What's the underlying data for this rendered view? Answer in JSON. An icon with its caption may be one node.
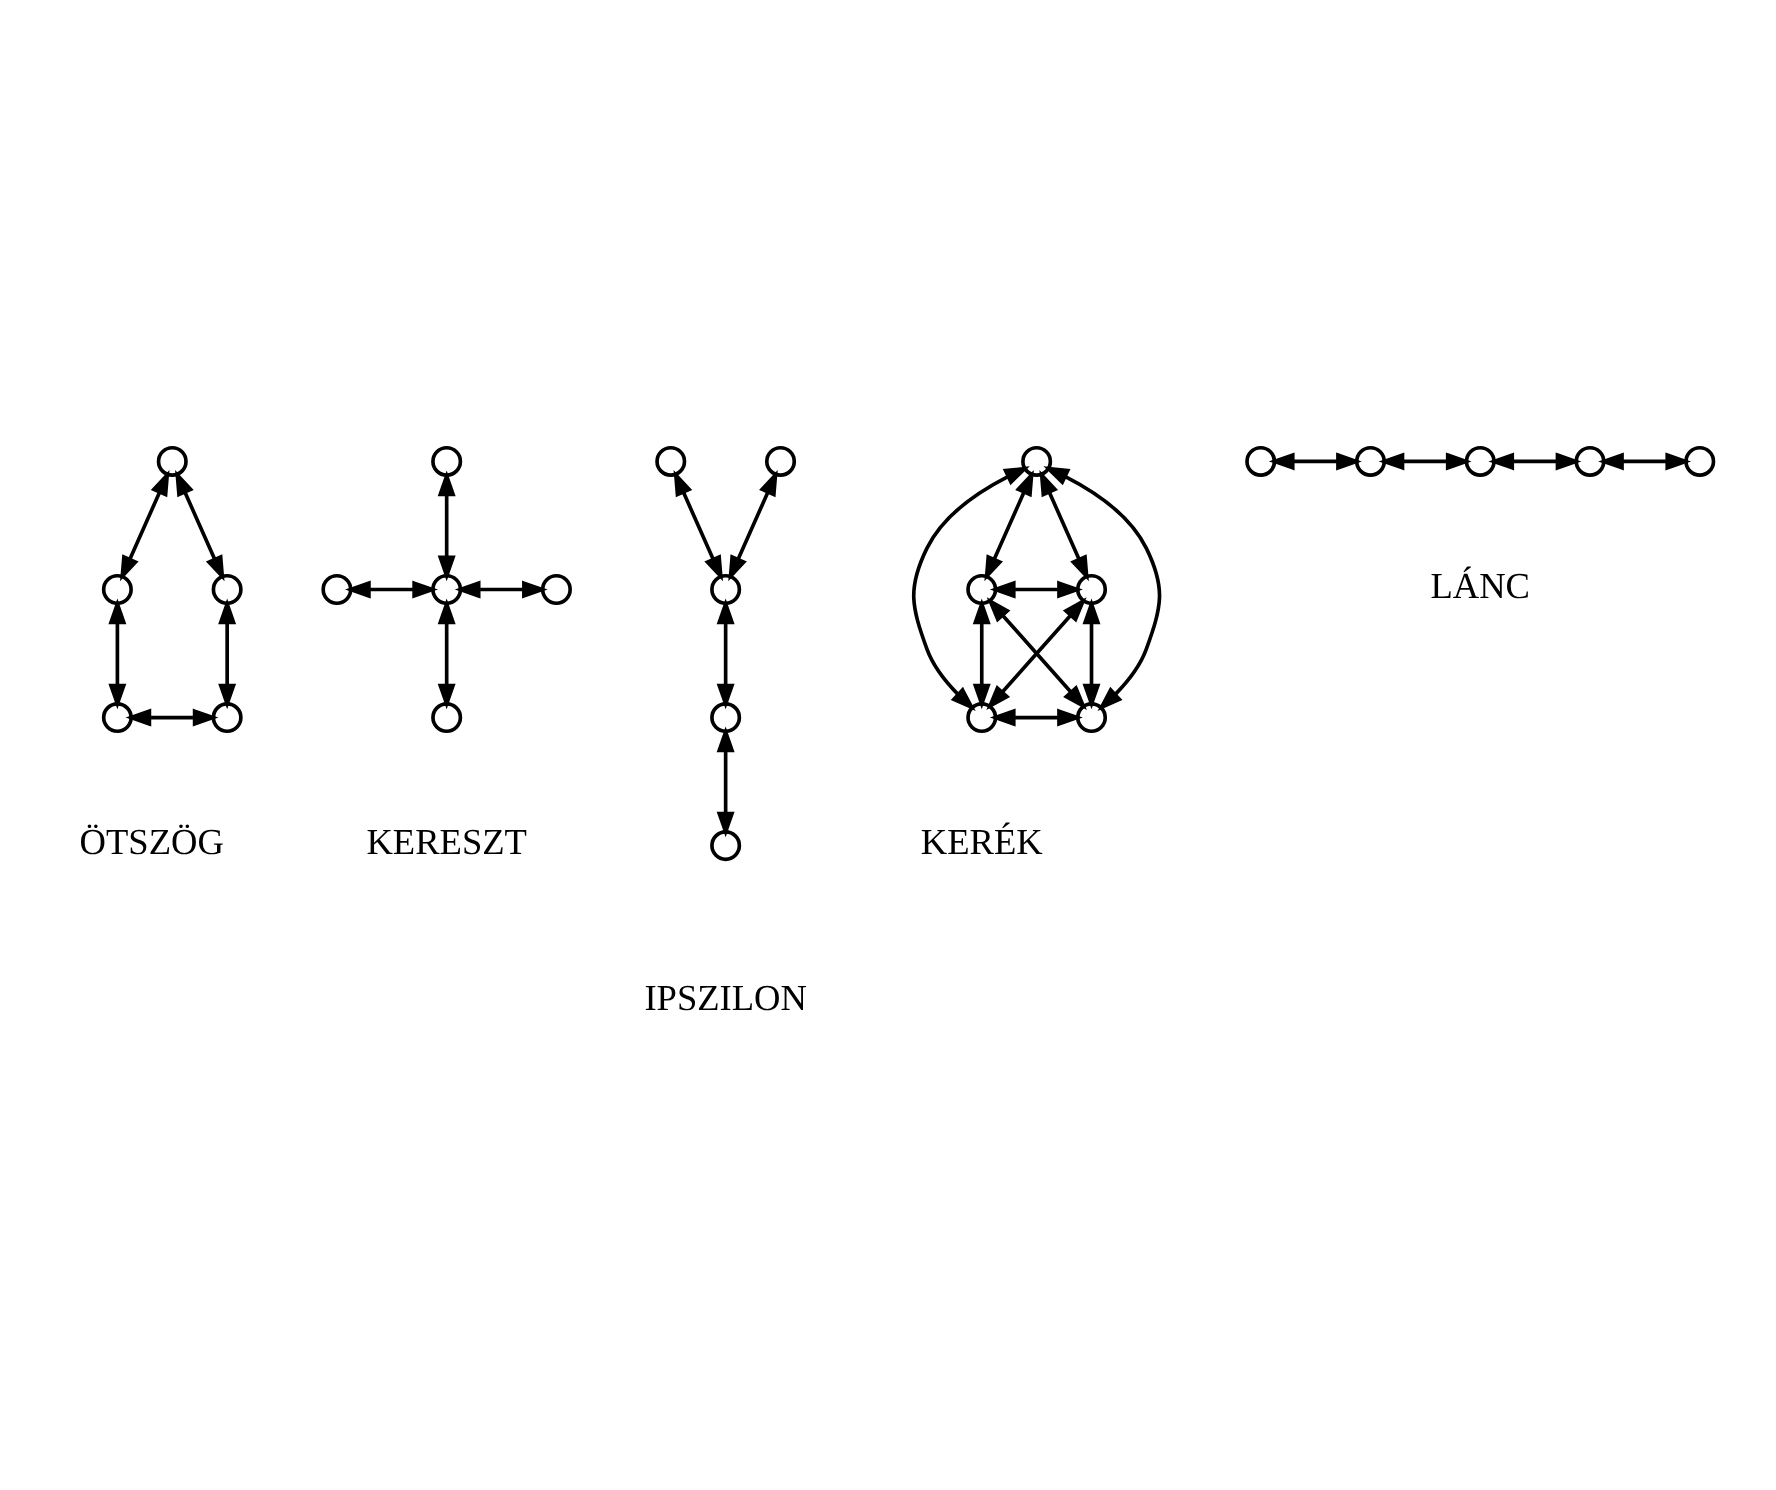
{
  "diagram": {
    "nodes": [
      {
        "text": [],
        "shape": "circle"
      },
      {
        "text": [],
        "shape": "circle"
      },
      {
        "text": [],
        "shape": "circle"
      },
      {
        "text": [],
        "shape": "circle"
      },
      {
        "text": [],
        "shape": "circle"
      },
      {
        "text": [],
        "shape": "circle"
      },
      {
        "text": [],
        "shape": "circle"
      },
      {
        "text": [],
        "shape": "circle"
      },
      {
        "text": [],
        "shape": "circle"
      },
      {
        "text": [],
        "shape": "circle"
      },
      {
        "text": [],
        "shape": "circle"
      },
      {
        "text": [],
        "shape": "circle"
      },
      {
        "text": [],
        "shape": "circle"
      },
      {
        "text": [],
        "shape": "circle"
      },
      {
        "text": [],
        "shape": "circle"
      },
      {
        "text": [],
        "shape": "circle"
      },
      {
        "text": [],
        "shape": "circle"
      },
      {
        "text": [],
        "shape": "circle"
      },
      {
        "text": [],
        "shape": "circle"
      },
      {
        "text": [],
        "shape": "circle"
      },
      {
        "text": [],
        "shape": "circle"
      },
      {
        "text": [],
        "shape": "circle"
      },
      {
        "text": [],
        "shape": "circle"
      },
      {
        "text": [],
        "shape": "circle"
      },
      {
        "text": [],
        "shape": "circle"
      }
    ],
    "edges": [
      {
        "from": 0,
        "to": 1,
        "arrow": "both"
      },
      {
        "from": 0,
        "to": 2,
        "arrow": "both"
      },
      {
        "from": 1,
        "to": 3,
        "arrow": "both"
      },
      {
        "from": 2,
        "to": 4,
        "arrow": "both"
      },
      {
        "from": 3,
        "to": 4,
        "arrow": "both"
      },
      {
        "from": 5,
        "to": 7,
        "arrow": "both"
      },
      {
        "from": 6,
        "to": 7,
        "arrow": "both"
      },
      {
        "from": 7,
        "to": 8,
        "arrow": "both"
      },
      {
        "from": 7,
        "to": 9,
        "arrow": "both"
      },
      {
        "from": 10,
        "to": 12,
        "arrow": "both"
      },
      {
        "from": 11,
        "to": 12,
        "arrow": "both"
      },
      {
        "from": 12,
        "to": 13,
        "arrow": "both"
      },
      {
        "from": 13,
        "to": 14,
        "arrow": "both"
      },
      {
        "from": 15,
        "to": 16,
        "arrow": "both"
      },
      {
        "from": 15,
        "to": 17,
        "arrow": "both"
      },
      {
        "from": 16,
        "to": 17,
        "arrow": "both"
      },
      {
        "from": 15,
        "to": 18,
        "arrow": "both"
      },
      {
        "from": 15,
        "to": 19,
        "arrow": "both"
      },
      {
        "from": 16,
        "to": 18,
        "arrow": "both"
      },
      {
        "from": 16,
        "to": 19,
        "arrow": "both"
      },
      {
        "from": 17,
        "to": 18,
        "arrow": "both"
      },
      {
        "from": 17,
        "to": 19,
        "arrow": "both"
      },
      {
        "from": 18,
        "to": 19,
        "arrow": "both"
      },
      {
        "from": 20,
        "to": 21,
        "arrow": "both"
      },
      {
        "from": 21,
        "to": 22,
        "arrow": "both"
      },
      {
        "from": 22,
        "to": 23,
        "arrow": "both"
      },
      {
        "from": 23,
        "to": 24,
        "arrow": "both"
      }
    ],
    "labels": [
      "ÖTSZÖG",
      "KERESZT",
      "IPSZILON",
      "KERÉK",
      "LÁNC"
    ]
  }
}
